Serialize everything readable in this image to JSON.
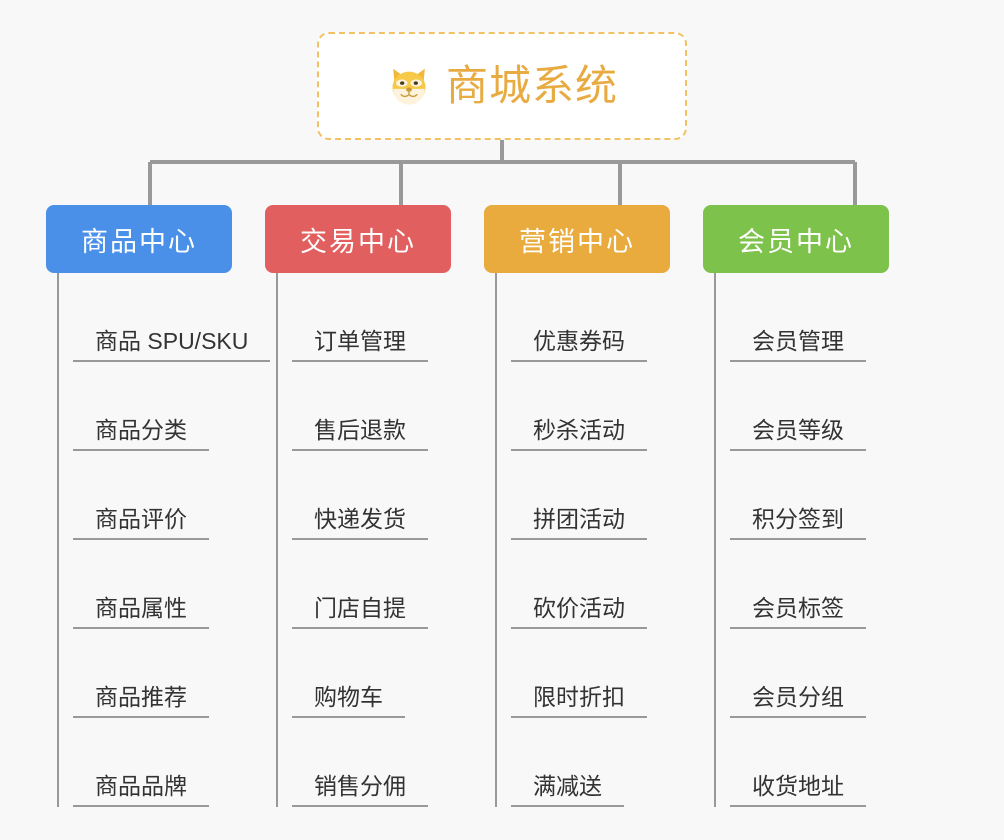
{
  "background_color": "#f8f8f8",
  "root": {
    "title": "商城系统",
    "icon": "dog-face-icon",
    "text_color": "#e7ab42",
    "border_color": "#f3c164",
    "background_color": "#ffffff"
  },
  "connector_color": "#999999",
  "branches": [
    {
      "label": "商品中心",
      "color": "#4a90e8",
      "items": [
        "商品 SPU/SKU",
        "商品分类",
        "商品评价",
        "商品属性",
        "商品推荐",
        "商品品牌"
      ]
    },
    {
      "label": "交易中心",
      "color": "#e25f5f",
      "items": [
        "订单管理",
        "售后退款",
        "快递发货",
        "门店自提",
        "购物车",
        "销售分佣"
      ]
    },
    {
      "label": "营销中心",
      "color": "#e9ab3e",
      "items": [
        "优惠券码",
        "秒杀活动",
        "拼团活动",
        "砍价活动",
        "限时折扣",
        "满减送"
      ]
    },
    {
      "label": "会员中心",
      "color": "#7dc24b",
      "items": [
        "会员管理",
        "会员等级",
        "积分签到",
        "会员标签",
        "会员分组",
        "收货地址"
      ]
    }
  ]
}
